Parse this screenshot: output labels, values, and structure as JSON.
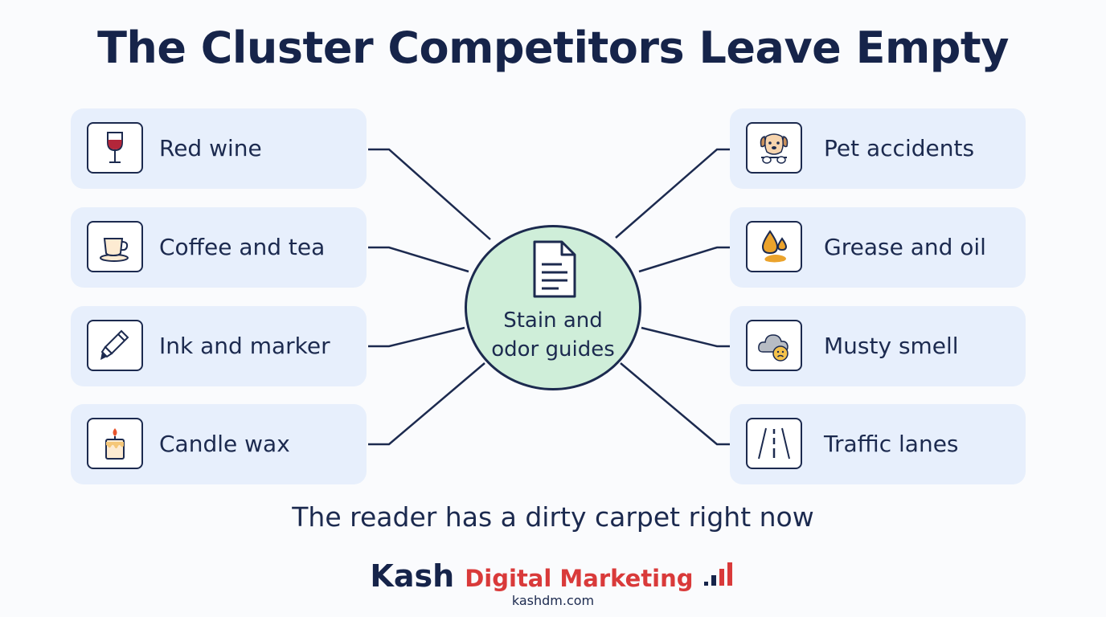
{
  "title": "The Cluster Competitors Leave Empty",
  "hub": {
    "label_line1": "Stain and",
    "label_line2": "odor guides",
    "icon": "document-icon",
    "color": "#cfeed9"
  },
  "left_items": [
    {
      "label": "Red wine",
      "icon": "wine-glass-icon"
    },
    {
      "label": "Coffee and tea",
      "icon": "coffee-cup-icon"
    },
    {
      "label": "Ink and marker",
      "icon": "marker-icon"
    },
    {
      "label": "Candle wax",
      "icon": "candle-icon"
    }
  ],
  "right_items": [
    {
      "label": "Pet accidents",
      "icon": "dog-icon"
    },
    {
      "label": "Grease and oil",
      "icon": "oil-drop-icon"
    },
    {
      "label": "Musty smell",
      "icon": "musty-cloud-icon"
    },
    {
      "label": "Traffic lanes",
      "icon": "road-icon"
    }
  ],
  "subtitle": "The reader has a dirty carpet right now",
  "brand": {
    "name_part1": "Kash",
    "name_part2": "Digital Marketing",
    "url": "kashdm.com",
    "accent_color": "#d93a3a",
    "dark_color": "#16244a"
  },
  "colors": {
    "card_bg": "#e7effc",
    "line": "#1c2a4f"
  }
}
